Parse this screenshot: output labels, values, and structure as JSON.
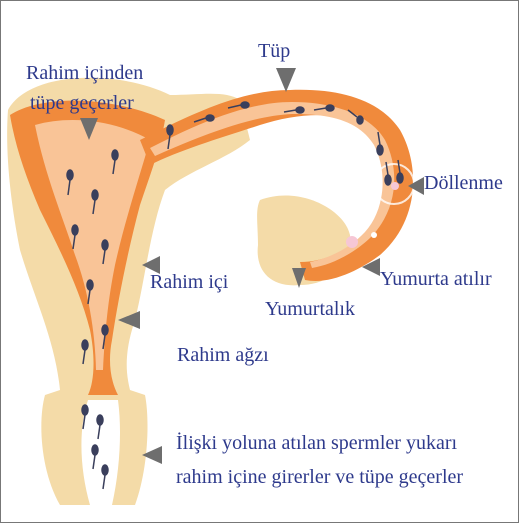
{
  "labels": {
    "tup": "Tüp",
    "rahim_icinden": "Rahim içinden",
    "tupe_gecerler": "tüpe geçerler",
    "dollenme": "Döllenme",
    "rahim_ici": "Rahim içi",
    "yumurta_atilir": "Yumurta atılır",
    "yumurtalik": "Yumurtalık",
    "rahim_agzi": "Rahim ağzı",
    "iliski_line1": "İlişki yoluna atılan spermler yukarı",
    "iliski_line2": "rahim içine girerler ve tüpe geçerler"
  },
  "colors": {
    "outer_tissue": "#f4dba8",
    "wall": "#f08a3c",
    "cavity": "#f9c497",
    "text": "#2e3a8c",
    "sperm": "#3a3f5c",
    "arrow": "#6e6e6e"
  }
}
